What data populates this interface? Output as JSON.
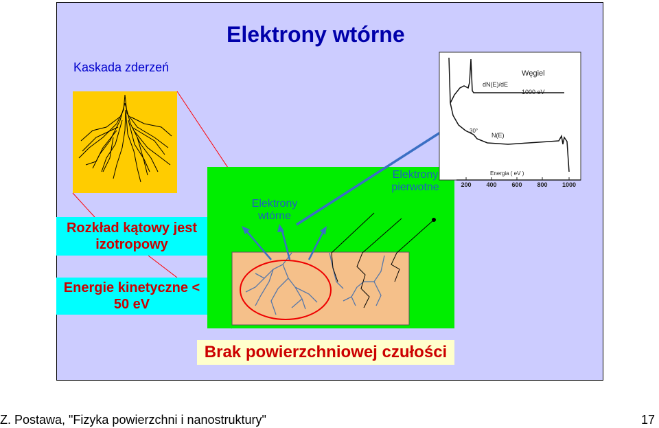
{
  "title": "Elektrony wtórne",
  "cascade_label": "Kaskada zderzeń",
  "angle_box": {
    "line1": "Rozkład kątowy jest",
    "line2": "izotropowy"
  },
  "energy_box": {
    "line1": "Energie kinetyczne <",
    "line2": "50 eV"
  },
  "green_labels": {
    "secondary_line1": "Elektrony",
    "secondary_line2": "wtórne",
    "primary_line1": "Elektrony",
    "primary_line2": "pierwotne"
  },
  "bottom_box": "Brak powierzchniowej czułości",
  "footer": {
    "left": "Z. Postawa, \"Fizyka powierzchni i nanostruktury\"",
    "page": "17"
  },
  "colors": {
    "slide_bg": "#ccccff",
    "title": "#0000aa",
    "cyan": "#00ffff",
    "green": "#00ee00",
    "red_text": "#cc0000",
    "sample": "#f5c08a",
    "blue_arrow": "#3a6fc4"
  },
  "chart_data": {
    "type": "line",
    "series_labels": {
      "top_curve": "dN(E)/dE",
      "bottom_curve": "N(E)"
    },
    "annotations": {
      "element": "Węgiel",
      "energy": "1000 eV",
      "peak_low": "30°"
    },
    "xlabel": "Energia ( eV )",
    "x_ticks": [
      "200",
      "400",
      "600",
      "800",
      "1000"
    ]
  }
}
